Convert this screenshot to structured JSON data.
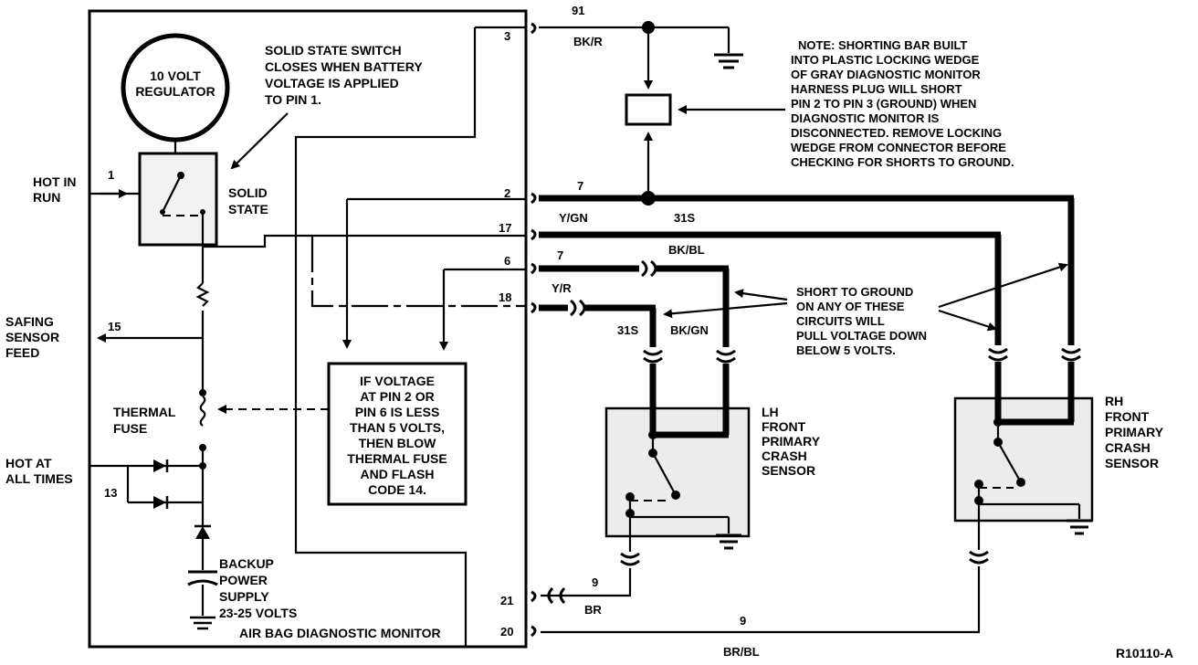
{
  "module": {
    "regulator": [
      "10 VOLT",
      "REGULATOR"
    ],
    "solid_state_note": [
      "SOLID STATE SWITCH",
      "CLOSES WHEN BATTERY",
      "VOLTAGE IS APPLIED",
      "TO PIN 1."
    ],
    "solid_state": [
      "SOLID",
      "STATE"
    ],
    "thermal_fuse": [
      "THERMAL",
      "FUSE"
    ],
    "voltage_note": [
      "IF VOLTAGE",
      "AT PIN 2 OR",
      "PIN 6 IS LESS",
      "THAN 5 VOLTS,",
      "THEN BLOW",
      "THERMAL FUSE",
      "AND FLASH",
      "CODE 14."
    ],
    "backup": [
      "BACKUP",
      "POWER",
      "SUPPLY",
      "23-25 VOLTS"
    ],
    "name": "AIR BAG DIAGNOSTIC MONITOR"
  },
  "inputs": {
    "hot_in_run": [
      "HOT IN",
      "RUN"
    ],
    "safing": [
      "SAFING",
      "SENSOR",
      "FEED"
    ],
    "hot_at_all_times": [
      "HOT AT",
      "ALL TIMES"
    ]
  },
  "pins": {
    "p1": "1",
    "p3": "3",
    "p2": "2",
    "p17": "17",
    "p6": "6",
    "p18": "18",
    "p15": "15",
    "p13": "13",
    "p21": "21",
    "p20": "20"
  },
  "wires": {
    "c91": "91",
    "bk_r": "BK/R",
    "c7a": "7",
    "y_gn": "Y/GN",
    "c31s_a": "31S",
    "bk_bl": "BK/BL",
    "c7b": "7",
    "y_r": "Y/R",
    "c31s_b": "31S",
    "bk_gn": "BK/GN",
    "c9a": "9",
    "br": "BR",
    "c9b": "9",
    "br_bl": "BR/BL"
  },
  "notes": {
    "shorting_bar": [
      "NOTE: SHORTING BAR BUILT",
      "INTO PLASTIC LOCKING WEDGE",
      "OF GRAY DIAGNOSTIC MONITOR",
      "HARNESS PLUG WILL SHORT",
      "PIN 2 TO PIN 3 (GROUND) WHEN",
      "DIAGNOSTIC MONITOR IS",
      "DISCONNECTED. REMOVE LOCKING",
      "WEDGE FROM CONNECTOR BEFORE",
      "CHECKING FOR SHORTS TO GROUND."
    ],
    "short_to_ground": [
      "SHORT TO GROUND",
      "ON ANY OF THESE",
      "CIRCUITS WILL",
      "PULL VOLTAGE DOWN",
      "BELOW 5 VOLTS."
    ]
  },
  "sensors": {
    "lh": [
      "LH",
      "FRONT",
      "PRIMARY",
      "CRASH",
      "SENSOR"
    ],
    "rh": [
      "RH",
      "FRONT",
      "PRIMARY",
      "CRASH",
      "SENSOR"
    ]
  },
  "figure_id": "R10110-A"
}
